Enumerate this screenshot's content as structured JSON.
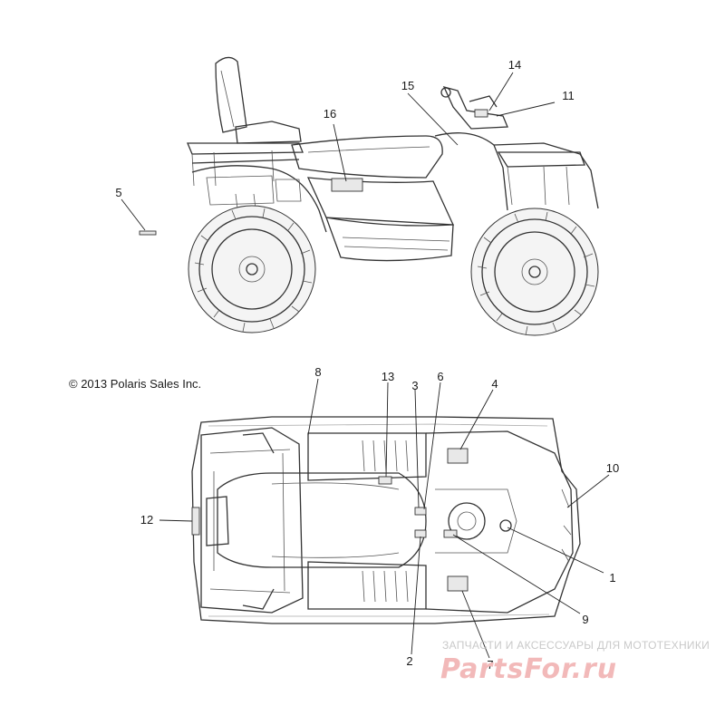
{
  "copyright": "© 2013 Polaris Sales Inc.",
  "callouts": [
    "1",
    "2",
    "3",
    "4",
    "5",
    "6",
    "7",
    "8",
    "9",
    "10",
    "11",
    "12",
    "13",
    "14",
    "15",
    "16"
  ],
  "watermark": {
    "tagline": "ЗАПЧАСТИ И АКСЕССУАРЫ ДЛЯ МОТОТЕХНИКИ",
    "logo": "PartsFor.ru"
  }
}
